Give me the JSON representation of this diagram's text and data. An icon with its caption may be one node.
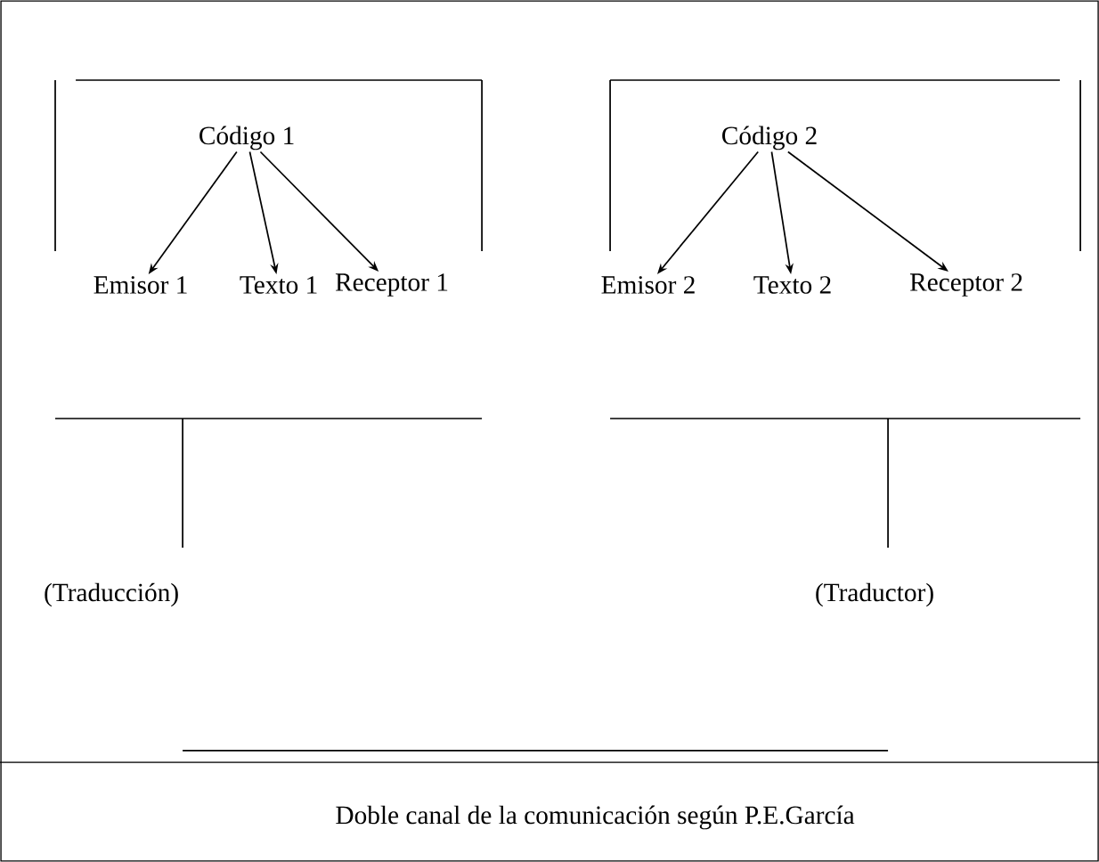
{
  "diagram": {
    "caption": "Doble canal de la comunicación según P.E.García",
    "nodes": [
      {
        "text": [
          "Código 1"
        ]
      },
      {
        "text": [
          "Emisor 1"
        ]
      },
      {
        "text": [
          "Texto 1"
        ]
      },
      {
        "text": [
          "Receptor 1"
        ]
      },
      {
        "text": [
          "Código 2"
        ]
      },
      {
        "text": [
          "Emisor 2"
        ]
      },
      {
        "text": [
          "Texto 2"
        ]
      },
      {
        "text": [
          "Receptor 2"
        ]
      },
      {
        "text": [
          "(Traducción)"
        ]
      },
      {
        "text": [
          "(Traductor)"
        ]
      }
    ],
    "edges": [
      {
        "from": 0,
        "to": 1,
        "arrow": "to"
      },
      {
        "from": 0,
        "to": 2,
        "arrow": "to"
      },
      {
        "from": 0,
        "to": 3,
        "arrow": "to"
      },
      {
        "from": 4,
        "to": 5,
        "arrow": "to"
      },
      {
        "from": 4,
        "to": 6,
        "arrow": "to"
      },
      {
        "from": 4,
        "to": 7,
        "arrow": "to"
      }
    ]
  }
}
